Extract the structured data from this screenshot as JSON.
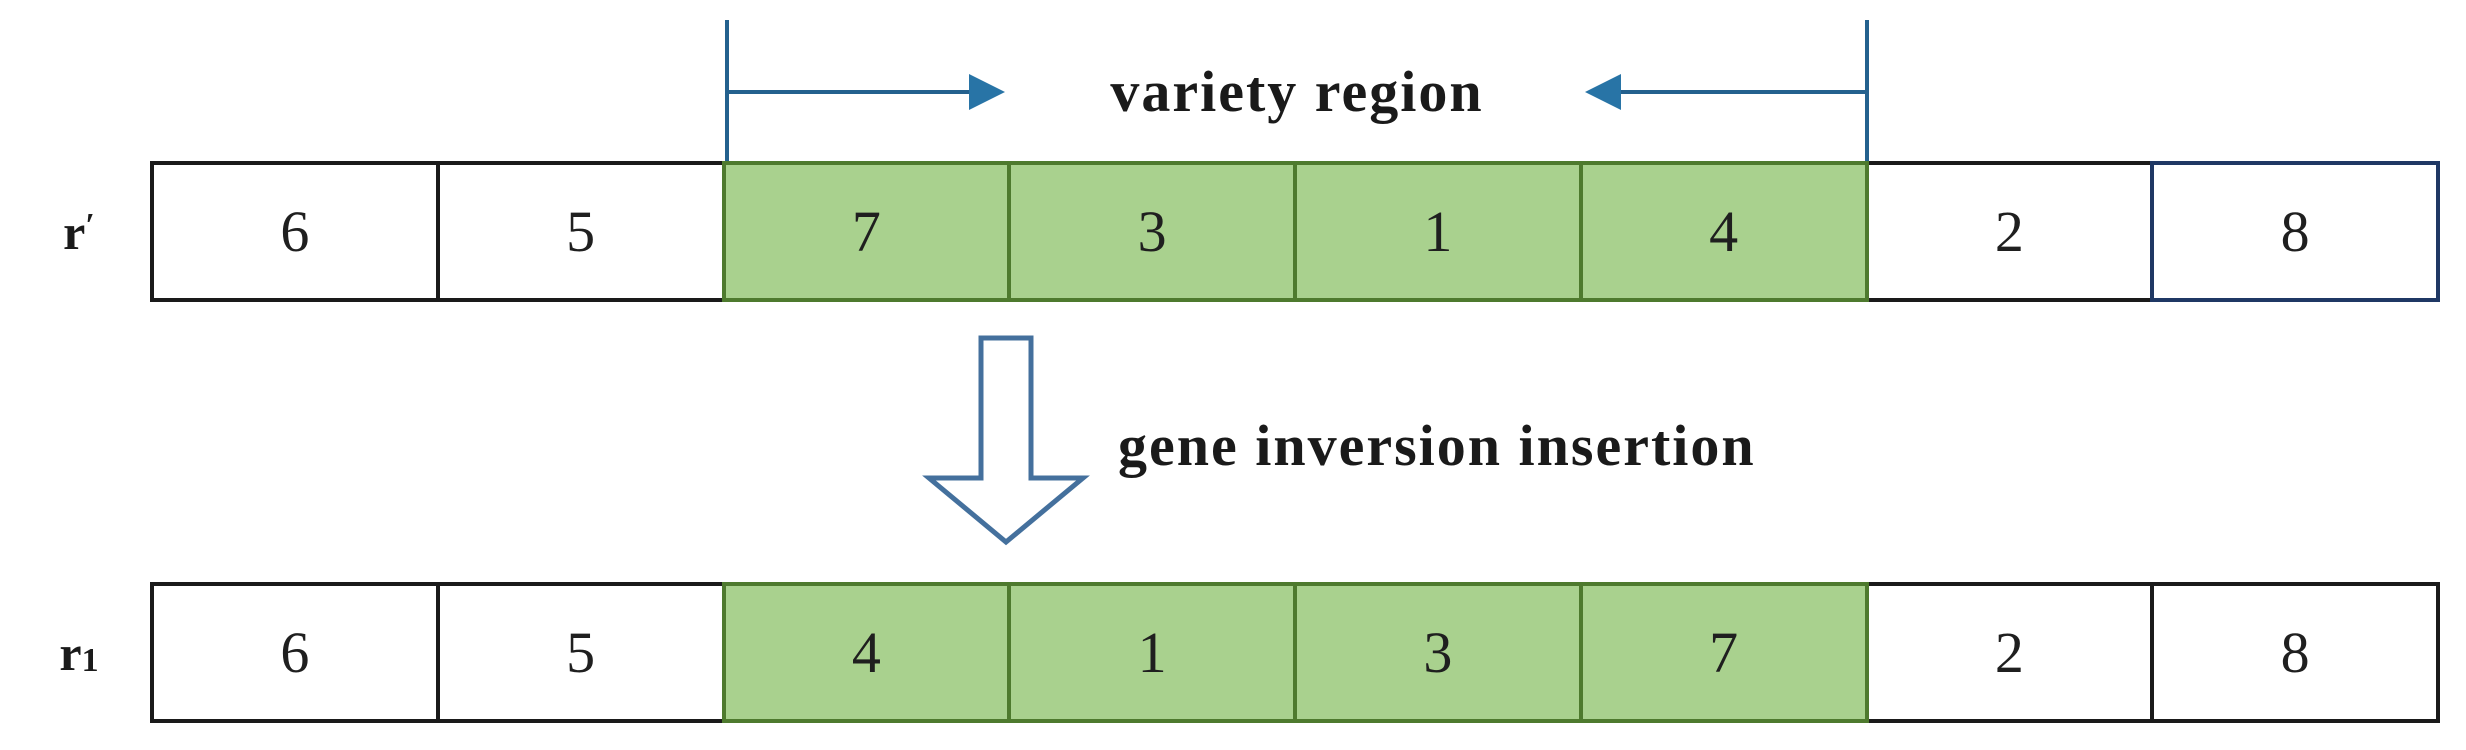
{
  "figure": {
    "variety_region_label": "variety region",
    "operation_label": "gene inversion insertion"
  },
  "colors": {
    "green_fill": "#A9D18E",
    "green_border": "#4E7A2E",
    "annotation_blue": "#24618E",
    "arrowhead_blue": "#2874A6",
    "navy_border": "#1F3864",
    "cell_border_black": "#1a1a1a"
  },
  "rows": [
    {
      "label_base": "r",
      "label_sup": "′",
      "label_sub": "",
      "cells": [
        {
          "value": "6",
          "highlighted": false,
          "accent_border": false
        },
        {
          "value": "5",
          "highlighted": false,
          "accent_border": false
        },
        {
          "value": "7",
          "highlighted": true,
          "accent_border": false
        },
        {
          "value": "3",
          "highlighted": true,
          "accent_border": false
        },
        {
          "value": "1",
          "highlighted": true,
          "accent_border": false
        },
        {
          "value": "4",
          "highlighted": true,
          "accent_border": false
        },
        {
          "value": "2",
          "highlighted": false,
          "accent_border": false
        },
        {
          "value": "8",
          "highlighted": false,
          "accent_border": true
        }
      ]
    },
    {
      "label_base": "r",
      "label_sup": "",
      "label_sub": "1",
      "cells": [
        {
          "value": "6",
          "highlighted": false,
          "accent_border": false
        },
        {
          "value": "5",
          "highlighted": false,
          "accent_border": false
        },
        {
          "value": "4",
          "highlighted": true,
          "accent_border": false
        },
        {
          "value": "1",
          "highlighted": true,
          "accent_border": false
        },
        {
          "value": "3",
          "highlighted": true,
          "accent_border": false
        },
        {
          "value": "7",
          "highlighted": true,
          "accent_border": false
        },
        {
          "value": "2",
          "highlighted": false,
          "accent_border": false
        },
        {
          "value": "8",
          "highlighted": false,
          "accent_border": false
        }
      ]
    }
  ]
}
